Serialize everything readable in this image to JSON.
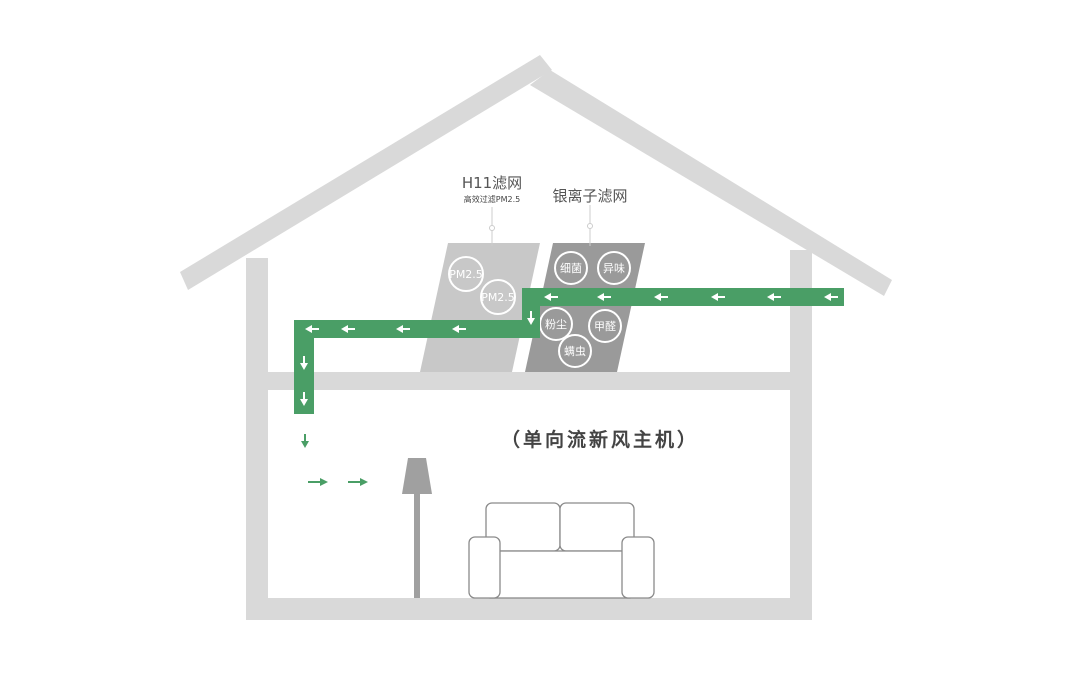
{
  "diagram": {
    "filters": {
      "h11": {
        "title": "H11滤网",
        "subtitle": "高效过滤PM2.5",
        "circles": [
          "PM2.5",
          "PM2.5"
        ]
      },
      "silver_ion": {
        "title": "银离子滤网",
        "circles": [
          "细菌",
          "异味",
          "粉尘",
          "甲醛",
          "螨虫"
        ]
      }
    },
    "unit_label": "（单向流新风主机）",
    "colors": {
      "house": "#d9d9d9",
      "duct": "#4a9e66",
      "duct_arrow": "#ffffff",
      "h11_panel": "#c8c8c8",
      "silver_panel": "#9a9a9a",
      "furniture_outline": "#8a8a8a",
      "lamp": "#a0a0a0"
    }
  }
}
